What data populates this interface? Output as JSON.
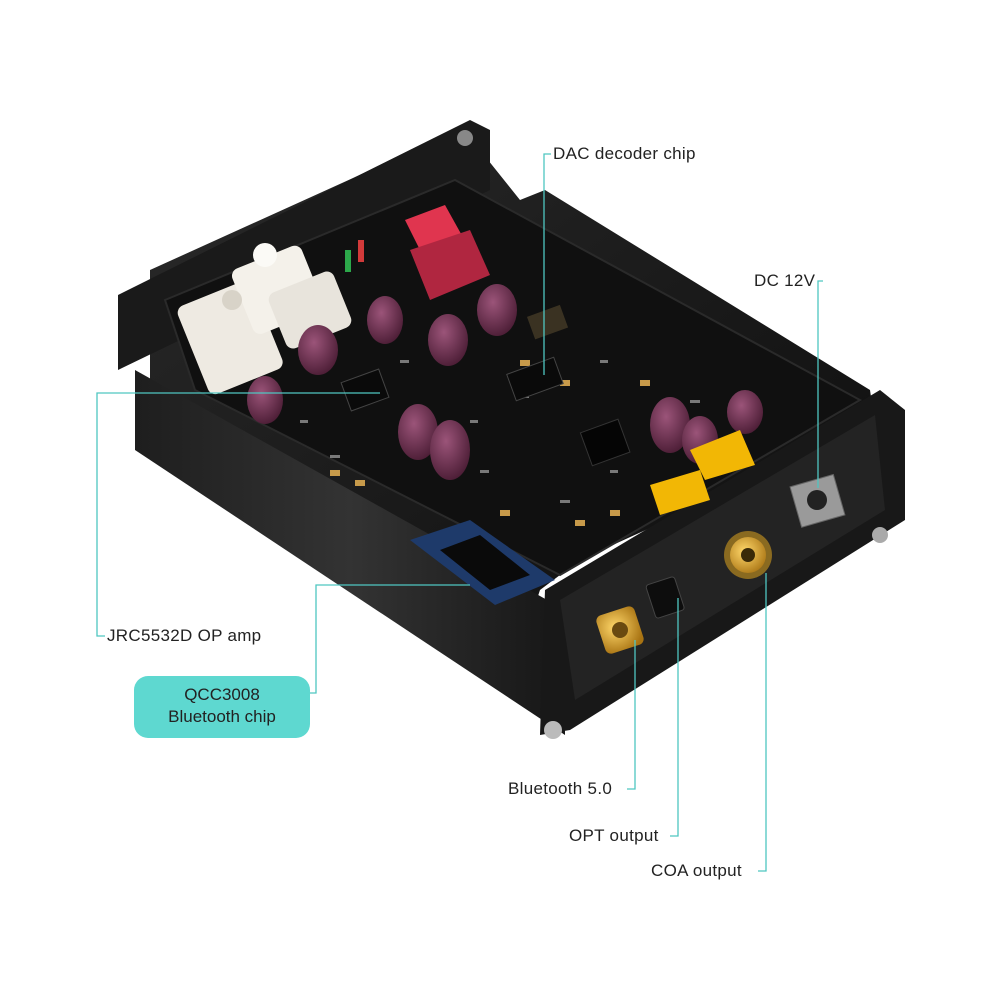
{
  "labels": {
    "dac": "DAC decoder chip",
    "dc": "DC 12V",
    "opamp": "JRC5532D OP amp",
    "bt_chip_line1": "QCC3008",
    "bt_chip_line2": "Bluetooth chip",
    "bt": "Bluetooth 5.0",
    "opt": "OPT output",
    "coa": "COA output"
  },
  "colors": {
    "leader": "#4fc6c1",
    "pill": "#5ed8d0",
    "pcb": "#141414",
    "case": "#1c1c1c",
    "capacitor": "#6a2a4a",
    "gold": "#d9a534",
    "yellow": "#f2b705"
  }
}
